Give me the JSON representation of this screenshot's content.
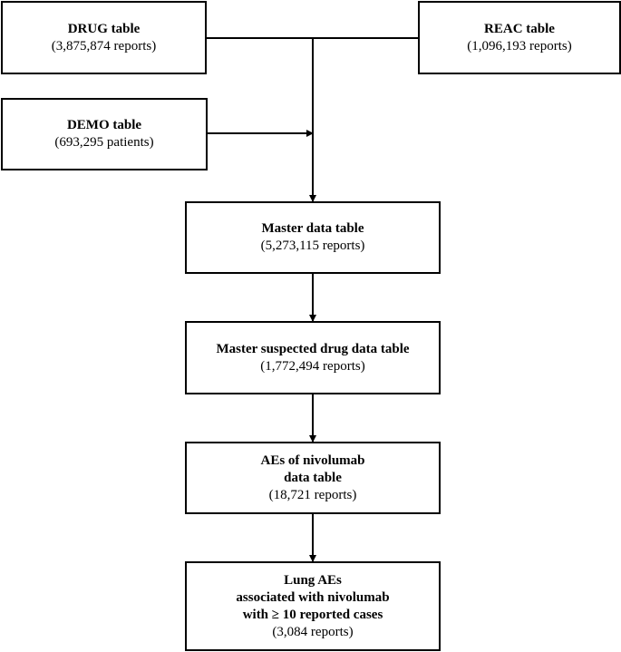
{
  "diagram": {
    "boxes": {
      "drug": {
        "title": "DRUG table",
        "count": "(3,875,874 reports)"
      },
      "reac": {
        "title": "REAC table",
        "count": "(1,096,193 reports)"
      },
      "demo": {
        "title": "DEMO table",
        "count": "(693,295 patients)"
      },
      "master": {
        "title": "Master data table",
        "count": "(5,273,115 reports)"
      },
      "suspected": {
        "title": "Master suspected drug data table",
        "count": "(1,772,494 reports)"
      },
      "aes": {
        "title_line1": "AEs of nivolumab",
        "title_line2": "data table",
        "count": "(18,721 reports)"
      },
      "lung": {
        "title_line1": "Lung AEs",
        "title_line2": "associated with nivolumab",
        "title_line3": "with ≥ 10 reported cases",
        "count": "(3,084 reports)"
      }
    }
  }
}
